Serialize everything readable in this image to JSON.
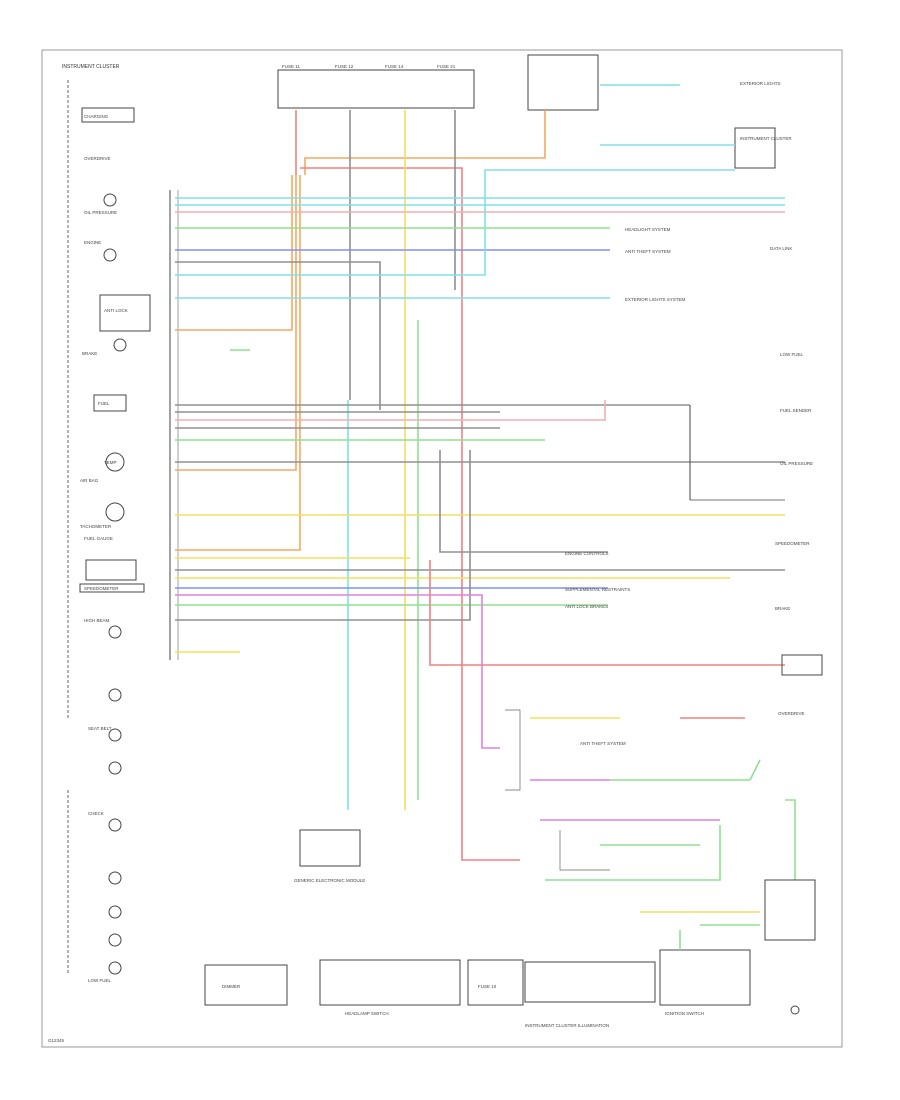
{
  "diagram": {
    "cluster_title": "INSTRUMENT CLUSTER",
    "cluster_lamp_title": "INSTRUMENT CLUSTER ILLUMINATION",
    "footer_code": "G12345",
    "colors": {
      "wire_red": "#f08080",
      "wire_orange": "#f5a860",
      "wire_yellow": "#f0e060",
      "wire_cyan": "#80e0e8",
      "wire_green": "#90e090",
      "wire_blue": "#8090f0",
      "wire_magenta": "#e080e0",
      "wire_gray": "#909090",
      "wire_pink": "#f0b0b0",
      "frame": "#999999",
      "block": "#444444"
    },
    "left_components": [
      "CHARGING",
      "OVERDRIVE",
      "OIL PRESSURE",
      "ENGINE",
      "ANTI LOCK",
      "BRAKE",
      "FUEL",
      "TEMP",
      "AIR BAG",
      "TACHOMETER",
      "FUEL GAUGE",
      "SPEEDOMETER",
      "HIGH BEAM",
      "SEAT BELT",
      "CHECK",
      "LOW FUEL"
    ],
    "top_fuses": [
      "FUSE 11",
      "FUSE 12",
      "FUSE 14",
      "FUSE 21"
    ],
    "right_connections": [
      "EXTERIOR LIGHTS",
      "INSTRUMENT CLUSTER",
      "HEADLIGHT SYSTEM",
      "ANTI THEFT SYSTEM",
      "EXTERIOR LIGHTS SYSTEM",
      "DATA LINK",
      "FUEL SENDER",
      "OIL PRESSURE",
      "ENGINE CONTROLS",
      "SUPPLEMENTAL RESTRAINTS",
      "ANTI LOCK BRAKES",
      "SPEEDOMETER",
      "BRAKE",
      "LOW FUEL",
      "OVERDRIVE"
    ],
    "bottom_blocks": [
      "DIMMER",
      "HEADLAMP SWITCH",
      "FUSE 10",
      "INSTRUMENT CLUSTER ILLUMINATION"
    ],
    "mid_labels": [
      "ANTI THEFT SYSTEM",
      "GENERIC ELECTRONIC MODULE",
      "IGNITION SWITCH"
    ]
  }
}
